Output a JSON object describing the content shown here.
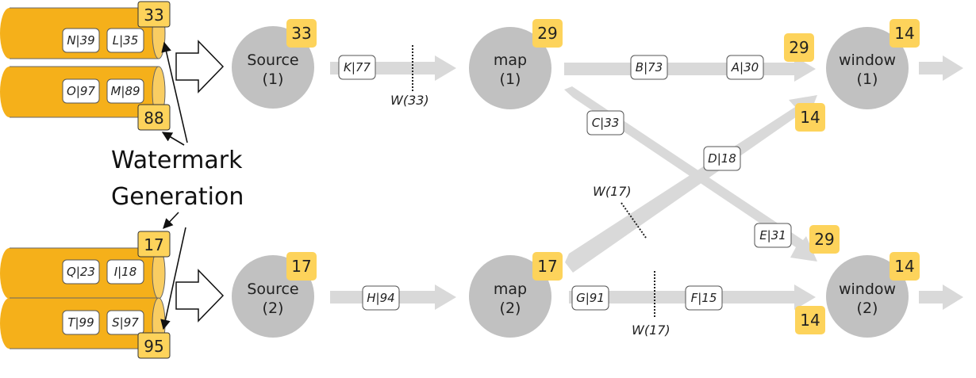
{
  "colors": {
    "partition": "#f5b01a",
    "partition_end": "#f9cd62",
    "badge": "#fdd35b",
    "node": "#c1c1c1",
    "stream": "#d9d9d9"
  },
  "partitions": {
    "p1": {
      "badge": "33",
      "events": [
        "N|39",
        "L|35"
      ]
    },
    "p2": {
      "badge": "88",
      "events": [
        "O|97",
        "M|89"
      ]
    },
    "p3": {
      "badge": "17",
      "events": [
        "Q|23",
        "I|18"
      ]
    },
    "p4": {
      "badge": "95",
      "events": [
        "T|99",
        "S|97"
      ]
    }
  },
  "generation_label": [
    "Watermark",
    "Generation"
  ],
  "nodes": {
    "source1": {
      "lines": [
        "Source",
        "(1)"
      ],
      "badge": "33"
    },
    "source2": {
      "lines": [
        "Source",
        "(2)"
      ],
      "badge": "17"
    },
    "map1": {
      "lines": [
        "map",
        "(1)"
      ],
      "badge": "29"
    },
    "map2": {
      "lines": [
        "map",
        "(2)"
      ],
      "badge": "17"
    },
    "window1": {
      "lines": [
        "window",
        "(1)"
      ],
      "badge": "14",
      "input_badges": [
        "29",
        "14"
      ]
    },
    "window2": {
      "lines": [
        "window",
        "(2)"
      ],
      "badge": "14",
      "input_badges": [
        "29",
        "14"
      ]
    }
  },
  "events": {
    "k": "K|77",
    "h": "H|94",
    "b": "B|73",
    "a": "A|30",
    "c": "C|33",
    "d": "D|18",
    "e": "E|31",
    "g": "G|91",
    "f": "F|15"
  },
  "watermarks": {
    "w1": "W(33)",
    "w2": "W(17)",
    "w3": "W(17)"
  }
}
